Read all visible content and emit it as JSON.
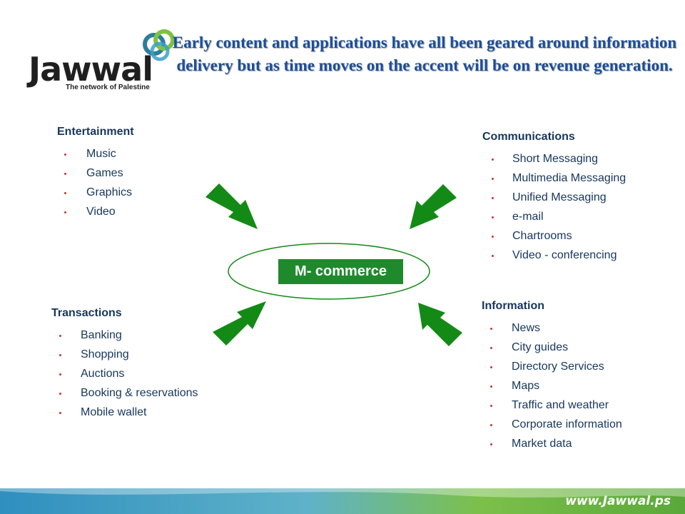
{
  "logo": {
    "wordmark": "Jawwal",
    "tagline": "The network of Palestine"
  },
  "title": "Early content and applications have all been geared around information delivery but as time moves on the accent will be on revenue generation.",
  "center": {
    "label": "M- commerce"
  },
  "groups": {
    "entertainment": {
      "heading": "Entertainment",
      "items": [
        "Music",
        "Games",
        "Graphics",
        "Video"
      ]
    },
    "communications": {
      "heading": "Communications",
      "items": [
        "Short Messaging",
        "Multimedia Messaging",
        "Unified Messaging",
        "e-mail",
        "Chartrooms",
        "Video - conferencing"
      ]
    },
    "transactions": {
      "heading": "Transactions",
      "items": [
        "Banking",
        "Shopping",
        "Auctions",
        "Booking & reservations",
        "Mobile wallet"
      ]
    },
    "information": {
      "heading": "Information",
      "items": [
        "News",
        "City guides",
        "Directory Services",
        "Maps",
        "Traffic and weather",
        "Corporate information",
        "Market data"
      ]
    }
  },
  "footer": {
    "url": "www.Jawwal.ps"
  },
  "colors": {
    "arrow": "#138a16",
    "hub": "#1e8a2c",
    "title": "#1b4e9c",
    "text": "#17365d",
    "bullet": "#c0392b"
  }
}
